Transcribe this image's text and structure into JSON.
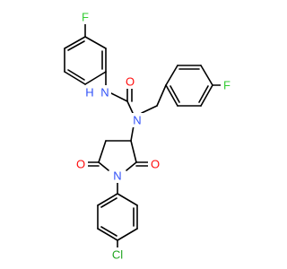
{
  "molecule": {
    "atoms": [
      {
        "id": "f_top",
        "label": "F",
        "color": "#33cc33"
      },
      {
        "id": "f_right",
        "label": "F",
        "color": "#33cc33"
      },
      {
        "id": "nh",
        "label": "N",
        "color": "#3050f8"
      },
      {
        "id": "h",
        "label": "H",
        "color": "#3050f8"
      },
      {
        "id": "n_urea",
        "label": "N",
        "color": "#3050f8"
      },
      {
        "id": "o_urea",
        "label": "O",
        "color": "#ff0d0d"
      },
      {
        "id": "n_ring",
        "label": "N",
        "color": "#3050f8"
      },
      {
        "id": "o_left",
        "label": "O",
        "color": "#ff0d0d"
      },
      {
        "id": "o_right",
        "label": "O",
        "color": "#ff0d0d"
      },
      {
        "id": "cl",
        "label": "Cl",
        "color": "#1fa51f"
      }
    ]
  }
}
